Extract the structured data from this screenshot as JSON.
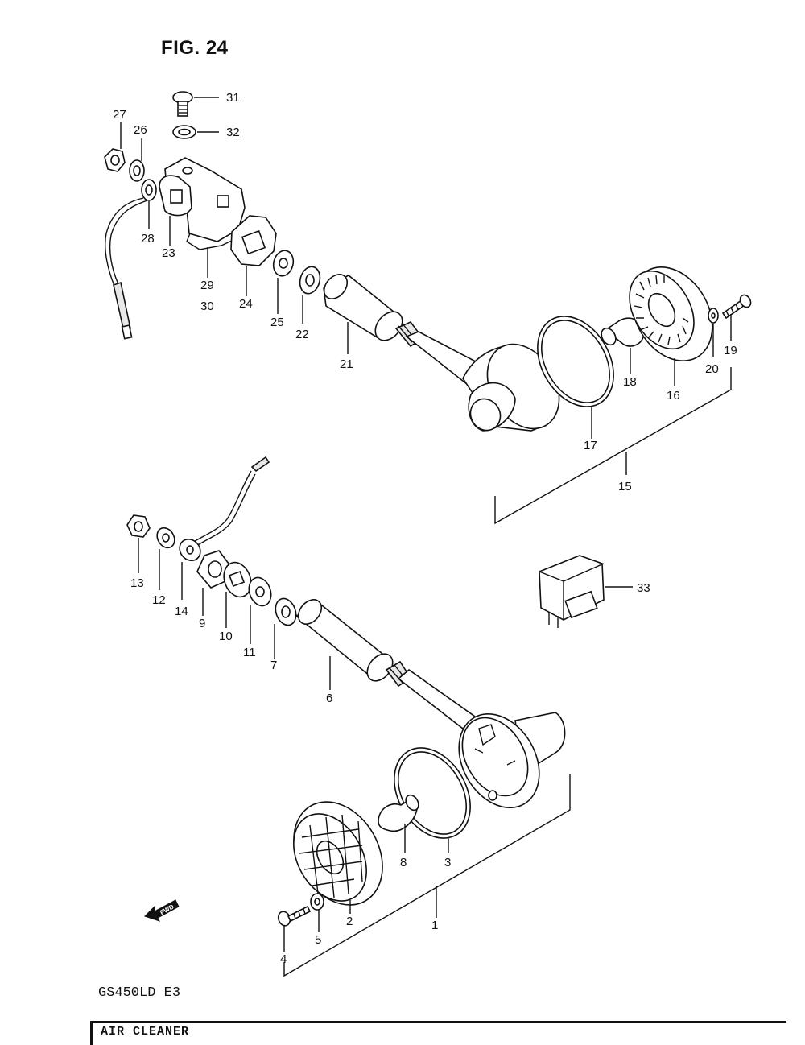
{
  "title": "FIG. 24",
  "model": "GS450LD E3",
  "footer_text": "AIR CLEANER",
  "fwd_label": "FWD",
  "callouts": {
    "c1": "1",
    "c2": "2",
    "c3": "3",
    "c4": "4",
    "c5": "5",
    "c6": "6",
    "c7": "7",
    "c8": "8",
    "c9": "9",
    "c10": "10",
    "c11": "11",
    "c12": "12",
    "c13": "13",
    "c14": "14",
    "c15": "15",
    "c16": "16",
    "c17": "17",
    "c18": "18",
    "c19": "19",
    "c20": "20",
    "c21": "21",
    "c22": "22",
    "c23": "23",
    "c24": "24",
    "c25": "25",
    "c26": "26",
    "c27": "27",
    "c28": "28",
    "c29": "29",
    "c30": "30",
    "c31": "31",
    "c32": "32",
    "c33": "33"
  }
}
